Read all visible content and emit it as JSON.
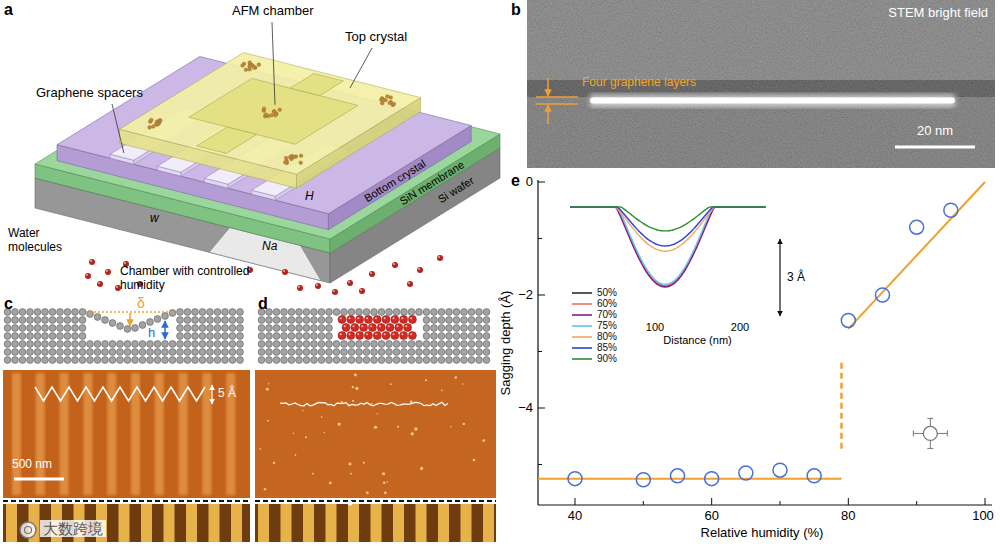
{
  "diagram": {
    "labels": [
      "a",
      "AFM chamber",
      "Top crystal",
      "Graphene spacers",
      "H",
      "Bottom crystal",
      "SiN membrane",
      "Si wafer",
      "w",
      "Na",
      "Water molecules",
      "Chamber with controlled humidity",
      "b",
      "STEM bright field",
      "Four graphene layers",
      "20 nm",
      "c",
      "δ",
      "h",
      "5 Å",
      "500 nm",
      "d",
      "e",
      "0",
      "−2",
      "−4",
      "Sagging depth (Å)",
      "40",
      "60",
      "80",
      "100",
      "Relative humidity (%)",
      "3 Å",
      "100",
      "200",
      "Distance (nm)",
      "大数跨境"
    ],
    "legend": [
      {
        "text": "50%"
      },
      {
        "text": "60%"
      },
      {
        "text": "70%"
      },
      {
        "text": "75%"
      },
      {
        "text": "80%"
      },
      {
        "text": "85%"
      },
      {
        "text": "90%"
      }
    ]
  }
}
